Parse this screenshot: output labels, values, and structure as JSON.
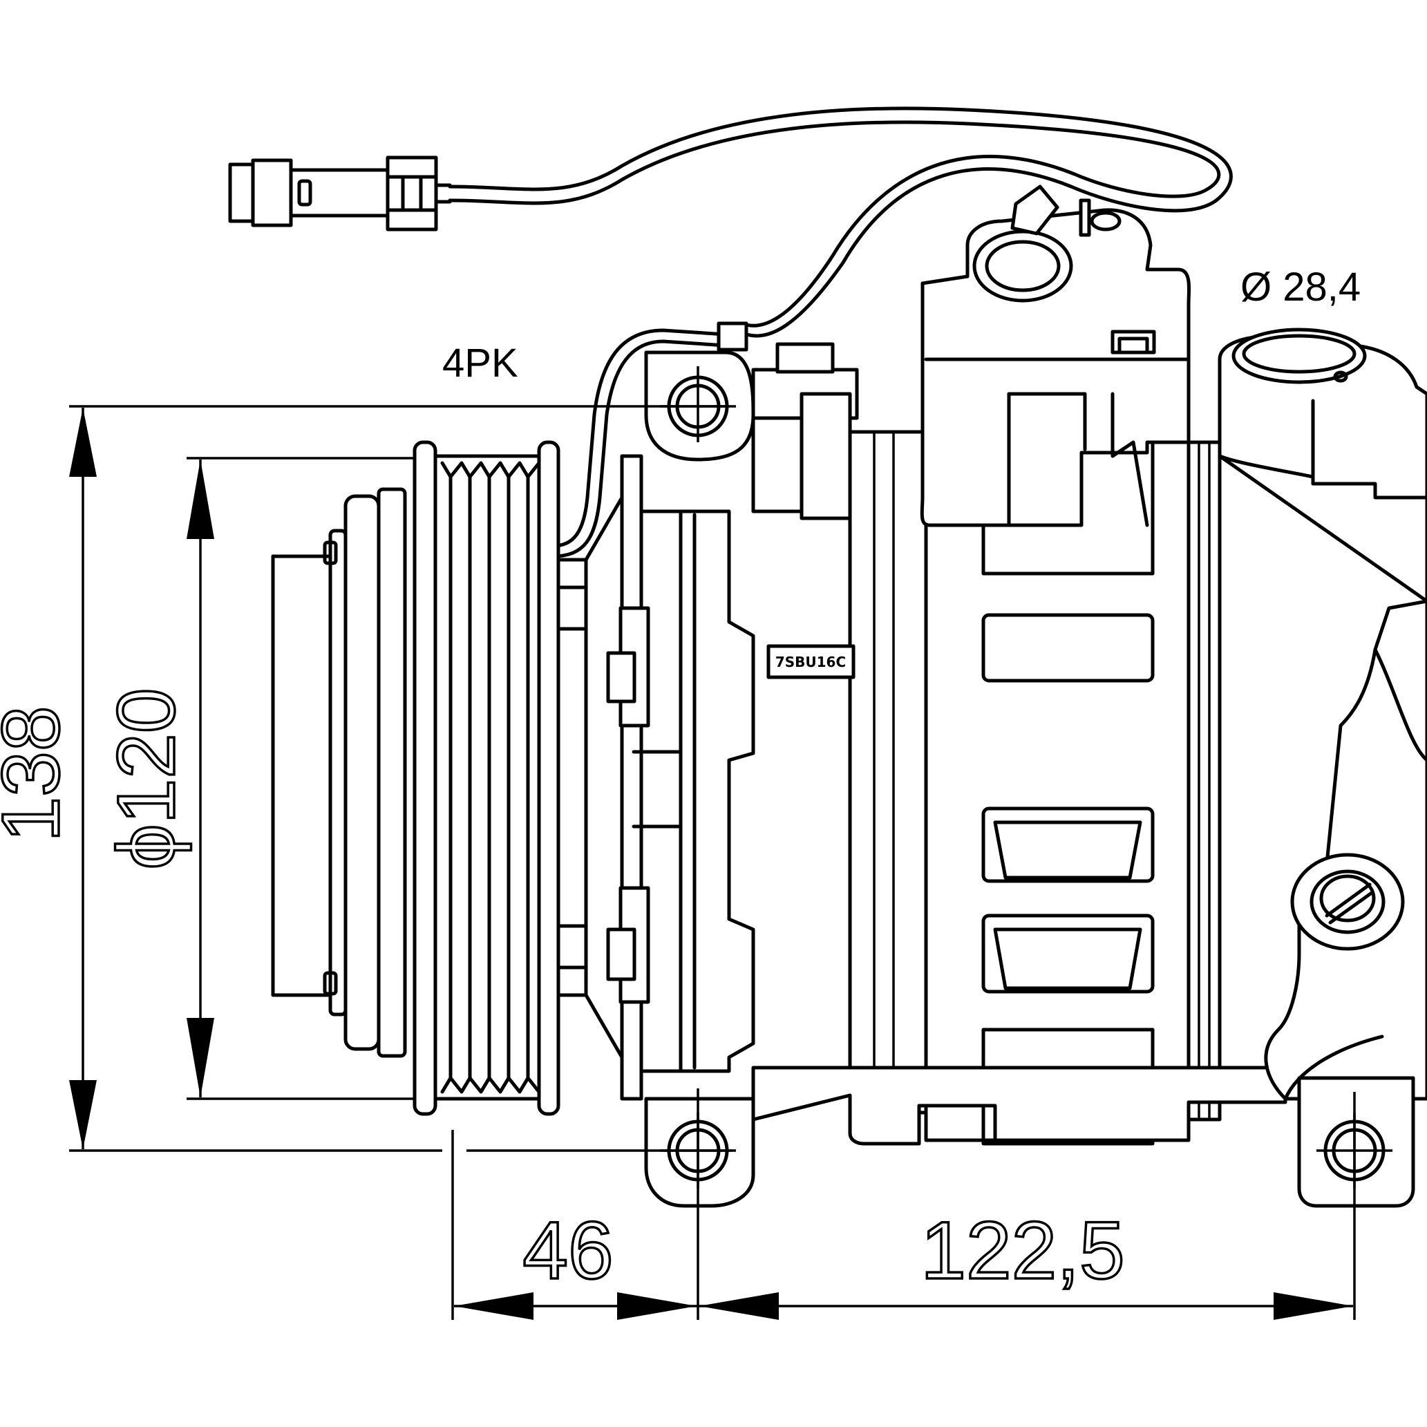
{
  "diagram": {
    "labels": {
      "pulley_grooves": "4PK",
      "suction_port_diameter": "Ø 28,4",
      "height_dimension": "138",
      "pulley_diameter": "ϕ120",
      "pulley_offset": "46",
      "mount_spacing": "122,5",
      "model_plate": "7SBU16C"
    },
    "colors": {
      "line": "#000000",
      "background": "#ffffff"
    }
  }
}
